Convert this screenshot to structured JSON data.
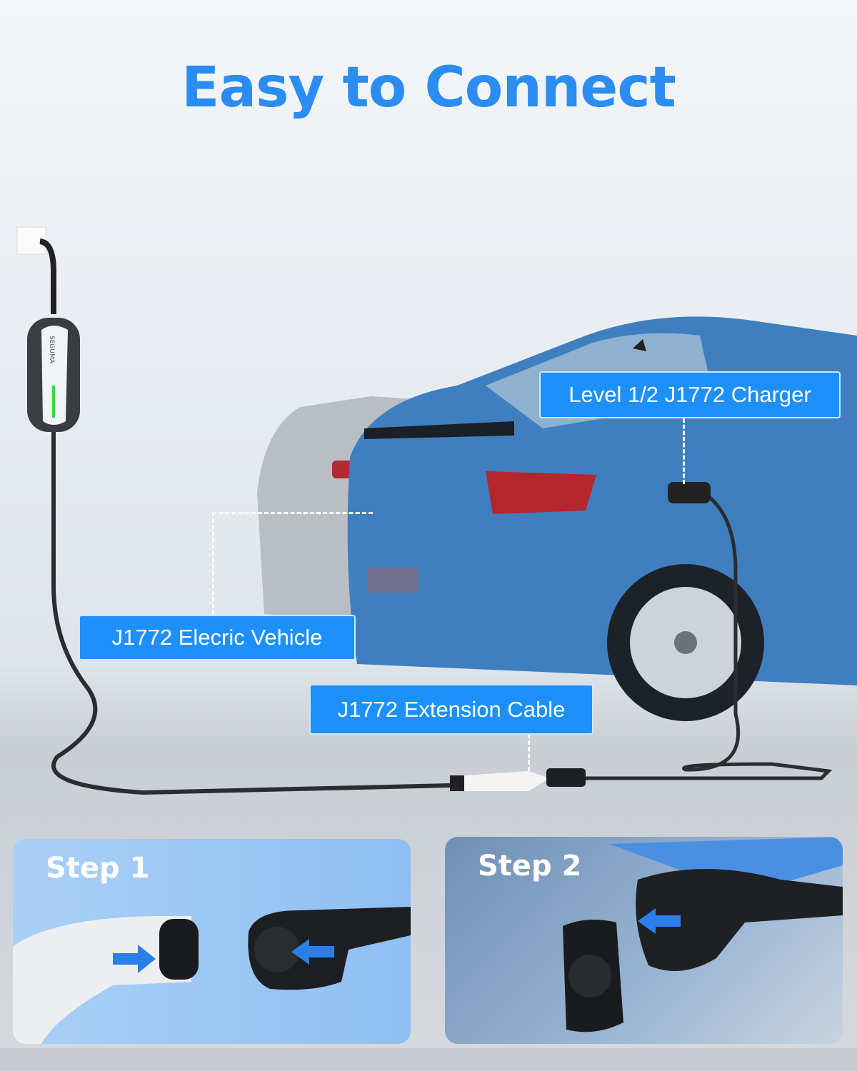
{
  "title": "Easy to Connect",
  "charger_brand": "SEGUMA",
  "labels": {
    "charger": "Level 1/2 J1772 Charger",
    "vehicle": "J1772 Elecric Vehicle",
    "extension": "J1772 Extension Cable"
  },
  "steps": [
    {
      "label": "Step 1"
    },
    {
      "label": "Step 2"
    }
  ],
  "colors": {
    "accent": "#1e90fb",
    "title": "#2b8cf2",
    "car": "#3f7fc0"
  }
}
